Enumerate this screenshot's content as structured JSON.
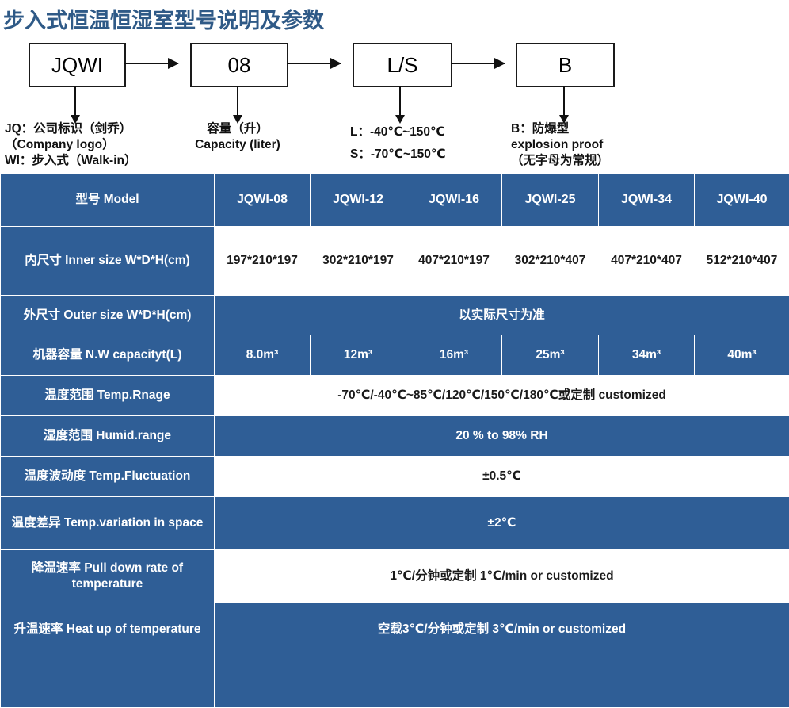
{
  "title": "步入式恒温恒湿室型号说明及参数",
  "diagram": {
    "boxes": [
      {
        "label": "JQWI"
      },
      {
        "label": "08"
      },
      {
        "label": "L/S"
      },
      {
        "label": "B"
      }
    ],
    "captions": [
      {
        "lines": [
          "JQ：公司标识（剑乔）",
          "（Company logo）",
          "WI：步入式（Walk-in）"
        ]
      },
      {
        "lines": [
          "容量（升）",
          "Capacity (liter)"
        ]
      },
      {
        "lines": [
          "L：-40℃~150℃",
          "S：-70℃~150℃"
        ]
      },
      {
        "lines": [
          "B：防爆型",
          "explosion proof",
          "（无字母为常规）"
        ]
      }
    ]
  },
  "colors": {
    "brand_blue": "#2F5E96",
    "title_blue": "#2F5A87",
    "cell_white": "#FFFFFF",
    "text_dark": "#1A1A1A"
  },
  "table": {
    "header": {
      "label": "型号 Model",
      "models": [
        "JQWI-08",
        "JQWI-12",
        "JQWI-16",
        "JQWI-25",
        "JQWI-34",
        "JQWI-40"
      ]
    },
    "rows": [
      {
        "label": "内尺寸 Inner size W*D*H(cm)",
        "cells": [
          "197*210*197",
          "302*210*197",
          "407*210*197",
          "302*210*407",
          "407*210*407",
          "512*210*407"
        ],
        "style": "white"
      },
      {
        "label": "外尺寸 Outer size W*D*H(cm)",
        "merged": "以实际尺寸为准",
        "style": "blue"
      },
      {
        "label": "机器容量 N.W capacityt(L)",
        "cells": [
          "8.0m³",
          "12m³",
          "16m³",
          "25m³",
          "34m³",
          "40m³"
        ],
        "style": "blue"
      },
      {
        "label": "温度范围 Temp.Rnage",
        "merged": "-70℃/-40℃~85℃/120℃/150℃/180℃或定制 customized",
        "style": "white"
      },
      {
        "label": "湿度范围 Humid.range",
        "merged": "20 % to 98% RH",
        "style": "blue"
      },
      {
        "label": "温度波动度 Temp.Fluctuation",
        "merged": "±0.5℃",
        "style": "white"
      },
      {
        "label": "温度差异 Temp.variation in space",
        "merged": "±2℃",
        "style": "blue"
      },
      {
        "label": "降温速率 Pull down rate of temperature",
        "merged": "1℃/分钟或定制   1℃/min or customized",
        "style": "white"
      },
      {
        "label": "升温速率 Heat up of temperature",
        "merged": "空载3℃/分钟或定制 3℃/min or customized",
        "style": "blue"
      },
      {
        "label": "",
        "merged": "",
        "style": "blue"
      }
    ]
  }
}
